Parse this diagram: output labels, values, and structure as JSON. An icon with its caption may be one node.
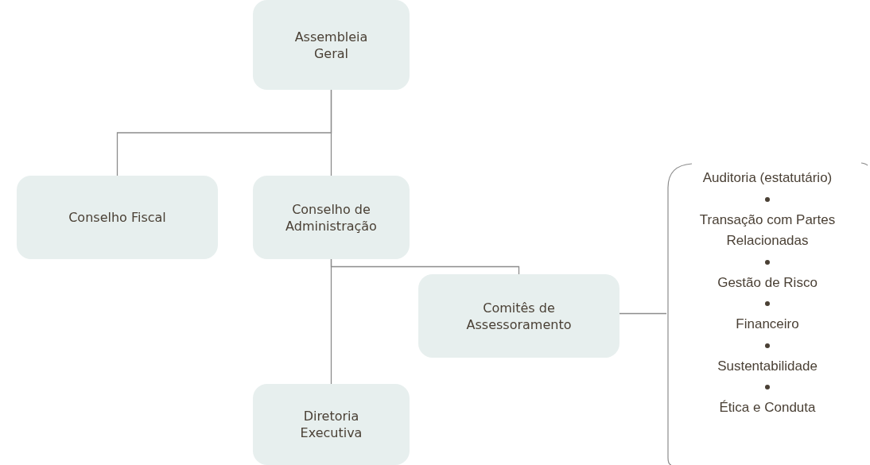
{
  "diagram": {
    "nodes": [
      {
        "text": [
          "Assembleia Geral"
        ]
      },
      {
        "text": [
          "Conselho Fiscal"
        ]
      },
      {
        "text": [
          "Conselho de Administração"
        ]
      },
      {
        "text": [
          "Comitês de Assessoramento"
        ]
      },
      {
        "text": [
          "Diretoria Executiva"
        ]
      },
      {
        "text": [
          "Auditoria (estatutário)",
          "Transação com Partes Relacionadas",
          "Gestão de Risco",
          "Financeiro",
          "Sustentabilidade",
          "Ética e Conduta"
        ]
      }
    ],
    "edges": [
      {
        "from": 0,
        "to": 1,
        "arrow": "none"
      },
      {
        "from": 0,
        "to": 2,
        "arrow": "none"
      },
      {
        "from": 2,
        "to": 4,
        "arrow": "none"
      },
      {
        "from": 2,
        "to": 3,
        "arrow": "none"
      },
      {
        "from": 3,
        "to": 5,
        "arrow": "none"
      }
    ]
  }
}
